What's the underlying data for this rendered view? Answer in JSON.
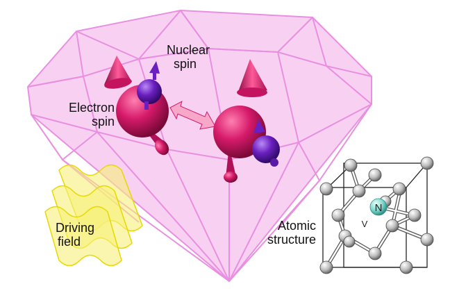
{
  "labels": {
    "nuclear_spin": [
      "Nuclear",
      "spin"
    ],
    "electron_spin": [
      "Electron",
      "spin"
    ],
    "driving_field": [
      "Driving",
      "field"
    ],
    "atomic_structure": [
      "Atomic",
      "structure"
    ],
    "nitrogen": "N",
    "vacancy": "V"
  },
  "colors": {
    "diamond_fill": "#f6c8f0",
    "diamond_edge": "#e98fe0",
    "electron": "#d61a6a",
    "nuclear": "#6a1fc0",
    "field": "#f2ea3a",
    "nitrogen": "#7fd8cc",
    "atom": "#c8c8c8"
  }
}
